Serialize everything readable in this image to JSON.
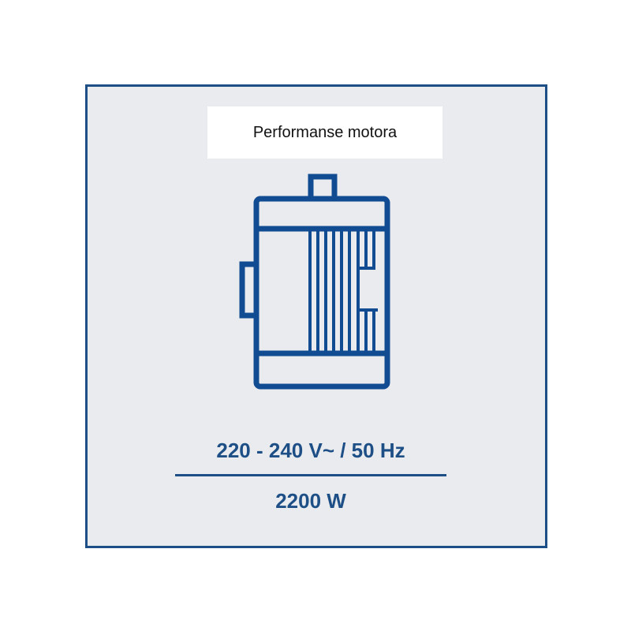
{
  "title": "Performanse motora",
  "icon": "electric-motor-icon",
  "specs": {
    "voltage": "220 - 240 V~ / 50 Hz",
    "power": "2200 W"
  },
  "colors": {
    "accent": "#1d4f86",
    "panel": "#e9ebee"
  }
}
